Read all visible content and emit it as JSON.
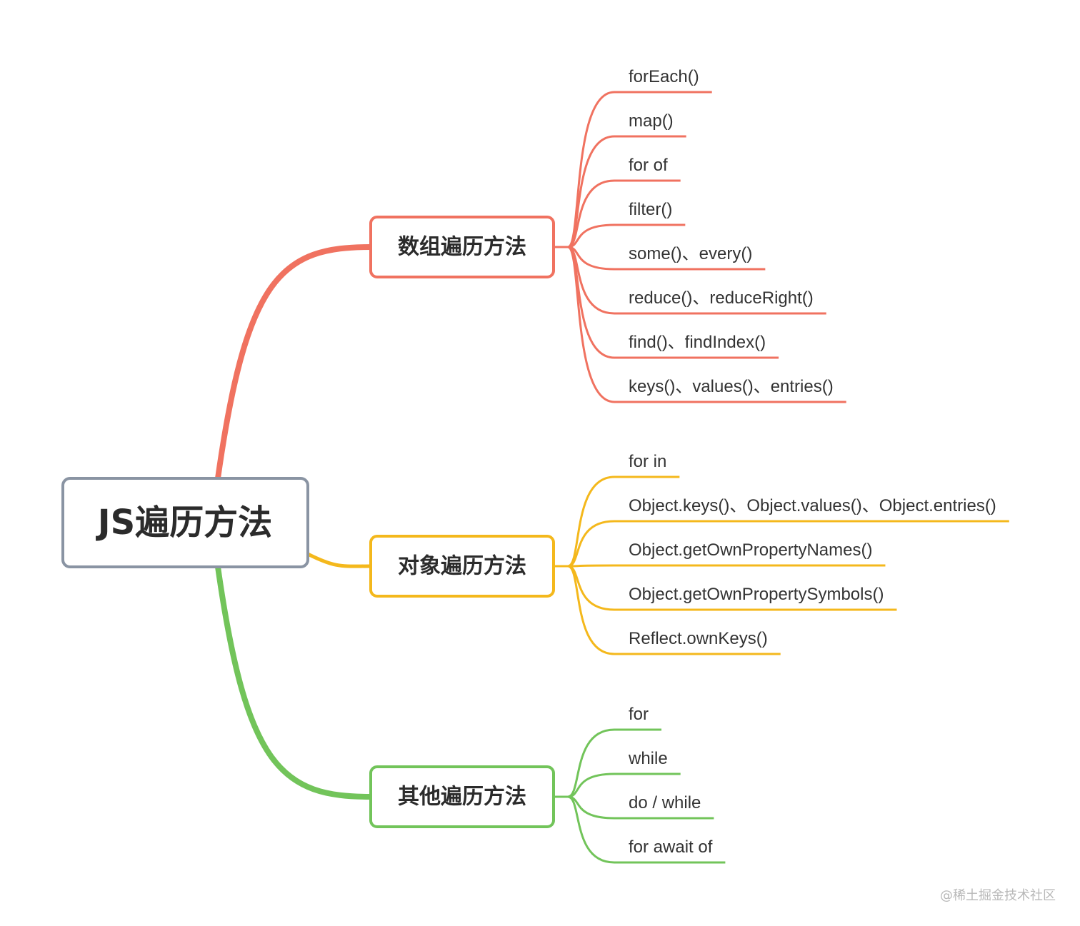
{
  "root": {
    "label": "JS遍历方法",
    "color": "#8a94a3"
  },
  "branches": [
    {
      "id": "array",
      "label": "数组遍历方法",
      "color": "#f07260",
      "items": [
        "forEach()",
        "map()",
        "for of",
        "filter()",
        "some()、every()",
        "reduce()、reduceRight()",
        "find()、findIndex()",
        "keys()、values()、entries()"
      ]
    },
    {
      "id": "object",
      "label": "对象遍历方法",
      "color": "#f4b81c",
      "items": [
        "for in",
        "Object.keys()、Object.values()、Object.entries()",
        "Object.getOwnPropertyNames()",
        "Object.getOwnPropertySymbols()",
        "Reflect.ownKeys()"
      ]
    },
    {
      "id": "other",
      "label": "其他遍历方法",
      "color": "#72c45a",
      "items": [
        "for",
        "while",
        "do / while",
        "for await of"
      ]
    }
  ],
  "watermark": "@稀土掘金技术社区"
}
